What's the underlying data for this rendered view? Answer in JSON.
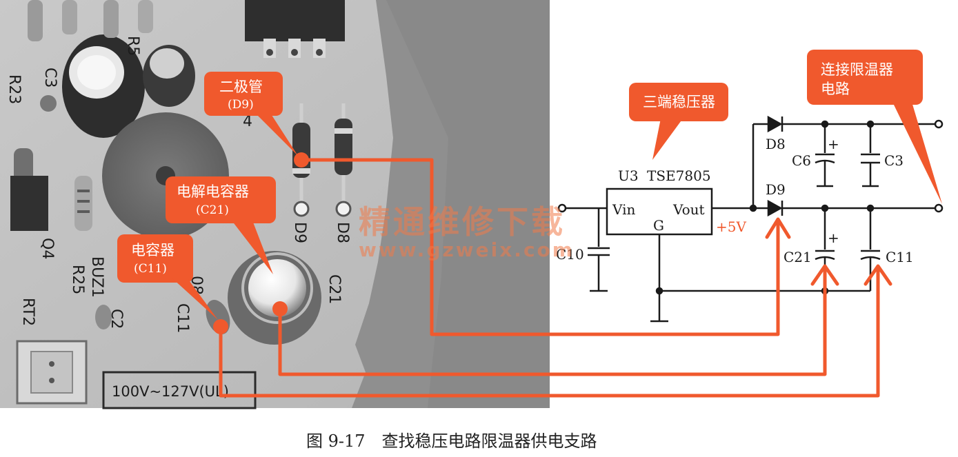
{
  "colors": {
    "accent": "#f0592d",
    "wire": "#f0592d",
    "pcb_light": "#c8c8c8",
    "pcb_dark": "#8a8a8a",
    "ink": "#1a1a1a"
  },
  "pcb_labels": {
    "r23": "R23",
    "c3": "C3",
    "r5": "R5",
    "q4": "Q4",
    "r25": "R25",
    "buz1": "BUZ1",
    "c2": "C2",
    "rt2": "RT2",
    "c11": "C11",
    "c21": "C21",
    "d9": "D9",
    "d8": "D8",
    "num4": "4",
    "num08": "08",
    "voltage_plate": "100V~127V(UL)"
  },
  "callouts": {
    "diode": {
      "title": "二极管",
      "sub": "(D9)"
    },
    "electrolytic": {
      "title": "电解电容器",
      "sub": "(C21)"
    },
    "capacitor": {
      "title": "电容器",
      "sub": "(C11)"
    },
    "regulator": {
      "title": "三端稳压器"
    },
    "thermal": {
      "line1": "连接限温器",
      "line2": "电路"
    }
  },
  "schematic": {
    "u3": "U3",
    "part": "TSE7805",
    "vin": "Vin",
    "vout": "Vout",
    "gnd": "G",
    "plus5v": "+5V",
    "d8": "D8",
    "d9": "D9",
    "c6": "C6",
    "c3": "C3",
    "c10": "C10",
    "c21": "C21",
    "c11": "C11",
    "plus": "+"
  },
  "watermark": {
    "cn": "精通维修下载",
    "url": "www.gzweix.com"
  },
  "caption": "图 9-17　查找稳压电路限温器供电支路"
}
